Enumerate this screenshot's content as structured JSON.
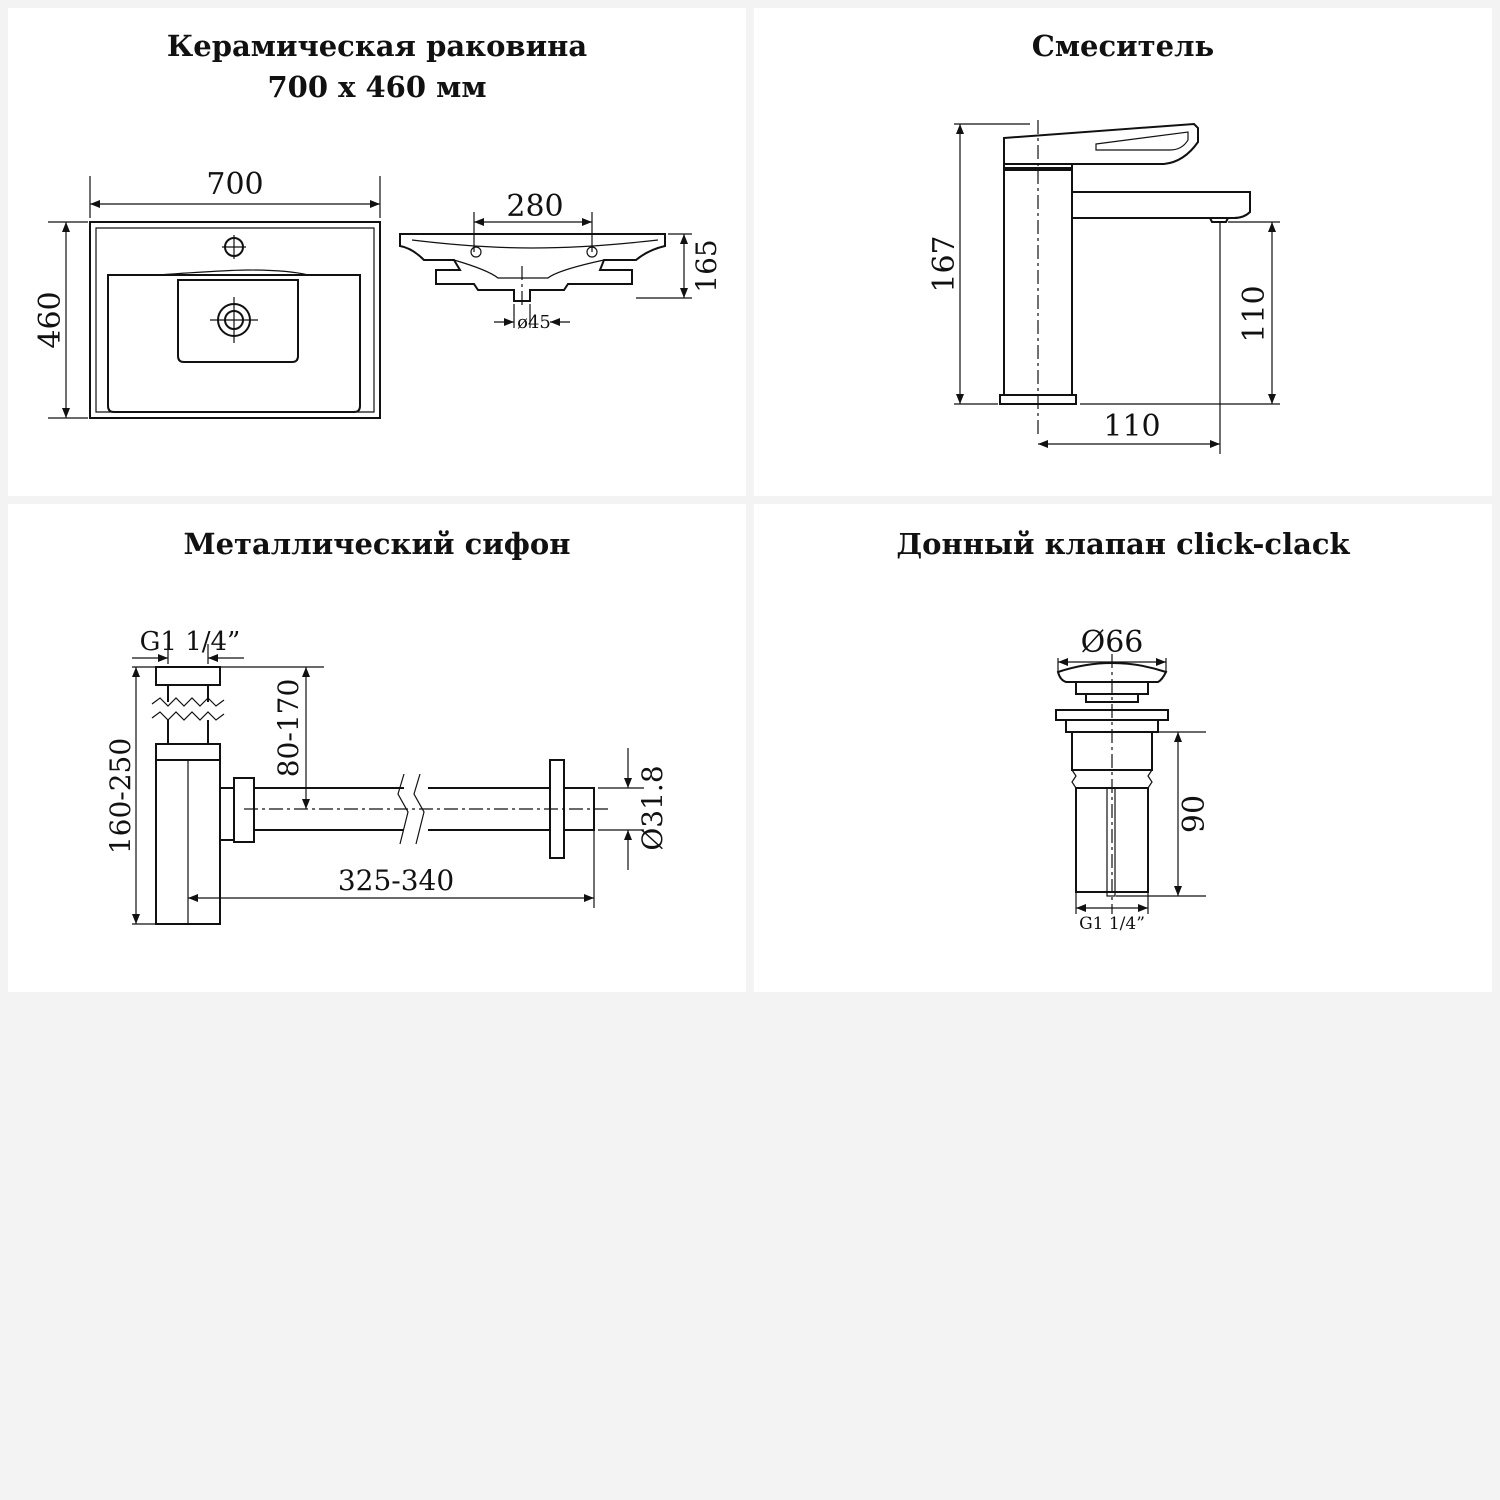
{
  "panels": {
    "sink": {
      "title_line1": "Керамическая раковина",
      "title_line2": "700 x 460 мм",
      "dims": {
        "width": "700",
        "depth": "460",
        "holes": "280",
        "height": "165",
        "drain": "ø45"
      }
    },
    "faucet": {
      "title": "Смеситель",
      "dims": {
        "height": "167",
        "spout_height": "110",
        "spout_reach": "110"
      }
    },
    "siphon": {
      "title": "Металлический сифон",
      "dims": {
        "thread": "G1 1/4”",
        "adjust": "80-170",
        "total": "160-250",
        "length": "325-340",
        "pipe": "Ø31.8"
      }
    },
    "valve": {
      "title": "Донный клапан click-clack",
      "dims": {
        "cap": "Ø66",
        "height": "90",
        "thread": "G1 1/4”"
      }
    }
  },
  "colors": {
    "background": "#f3f3f3",
    "panel": "#ffffff",
    "line": "#111111"
  }
}
